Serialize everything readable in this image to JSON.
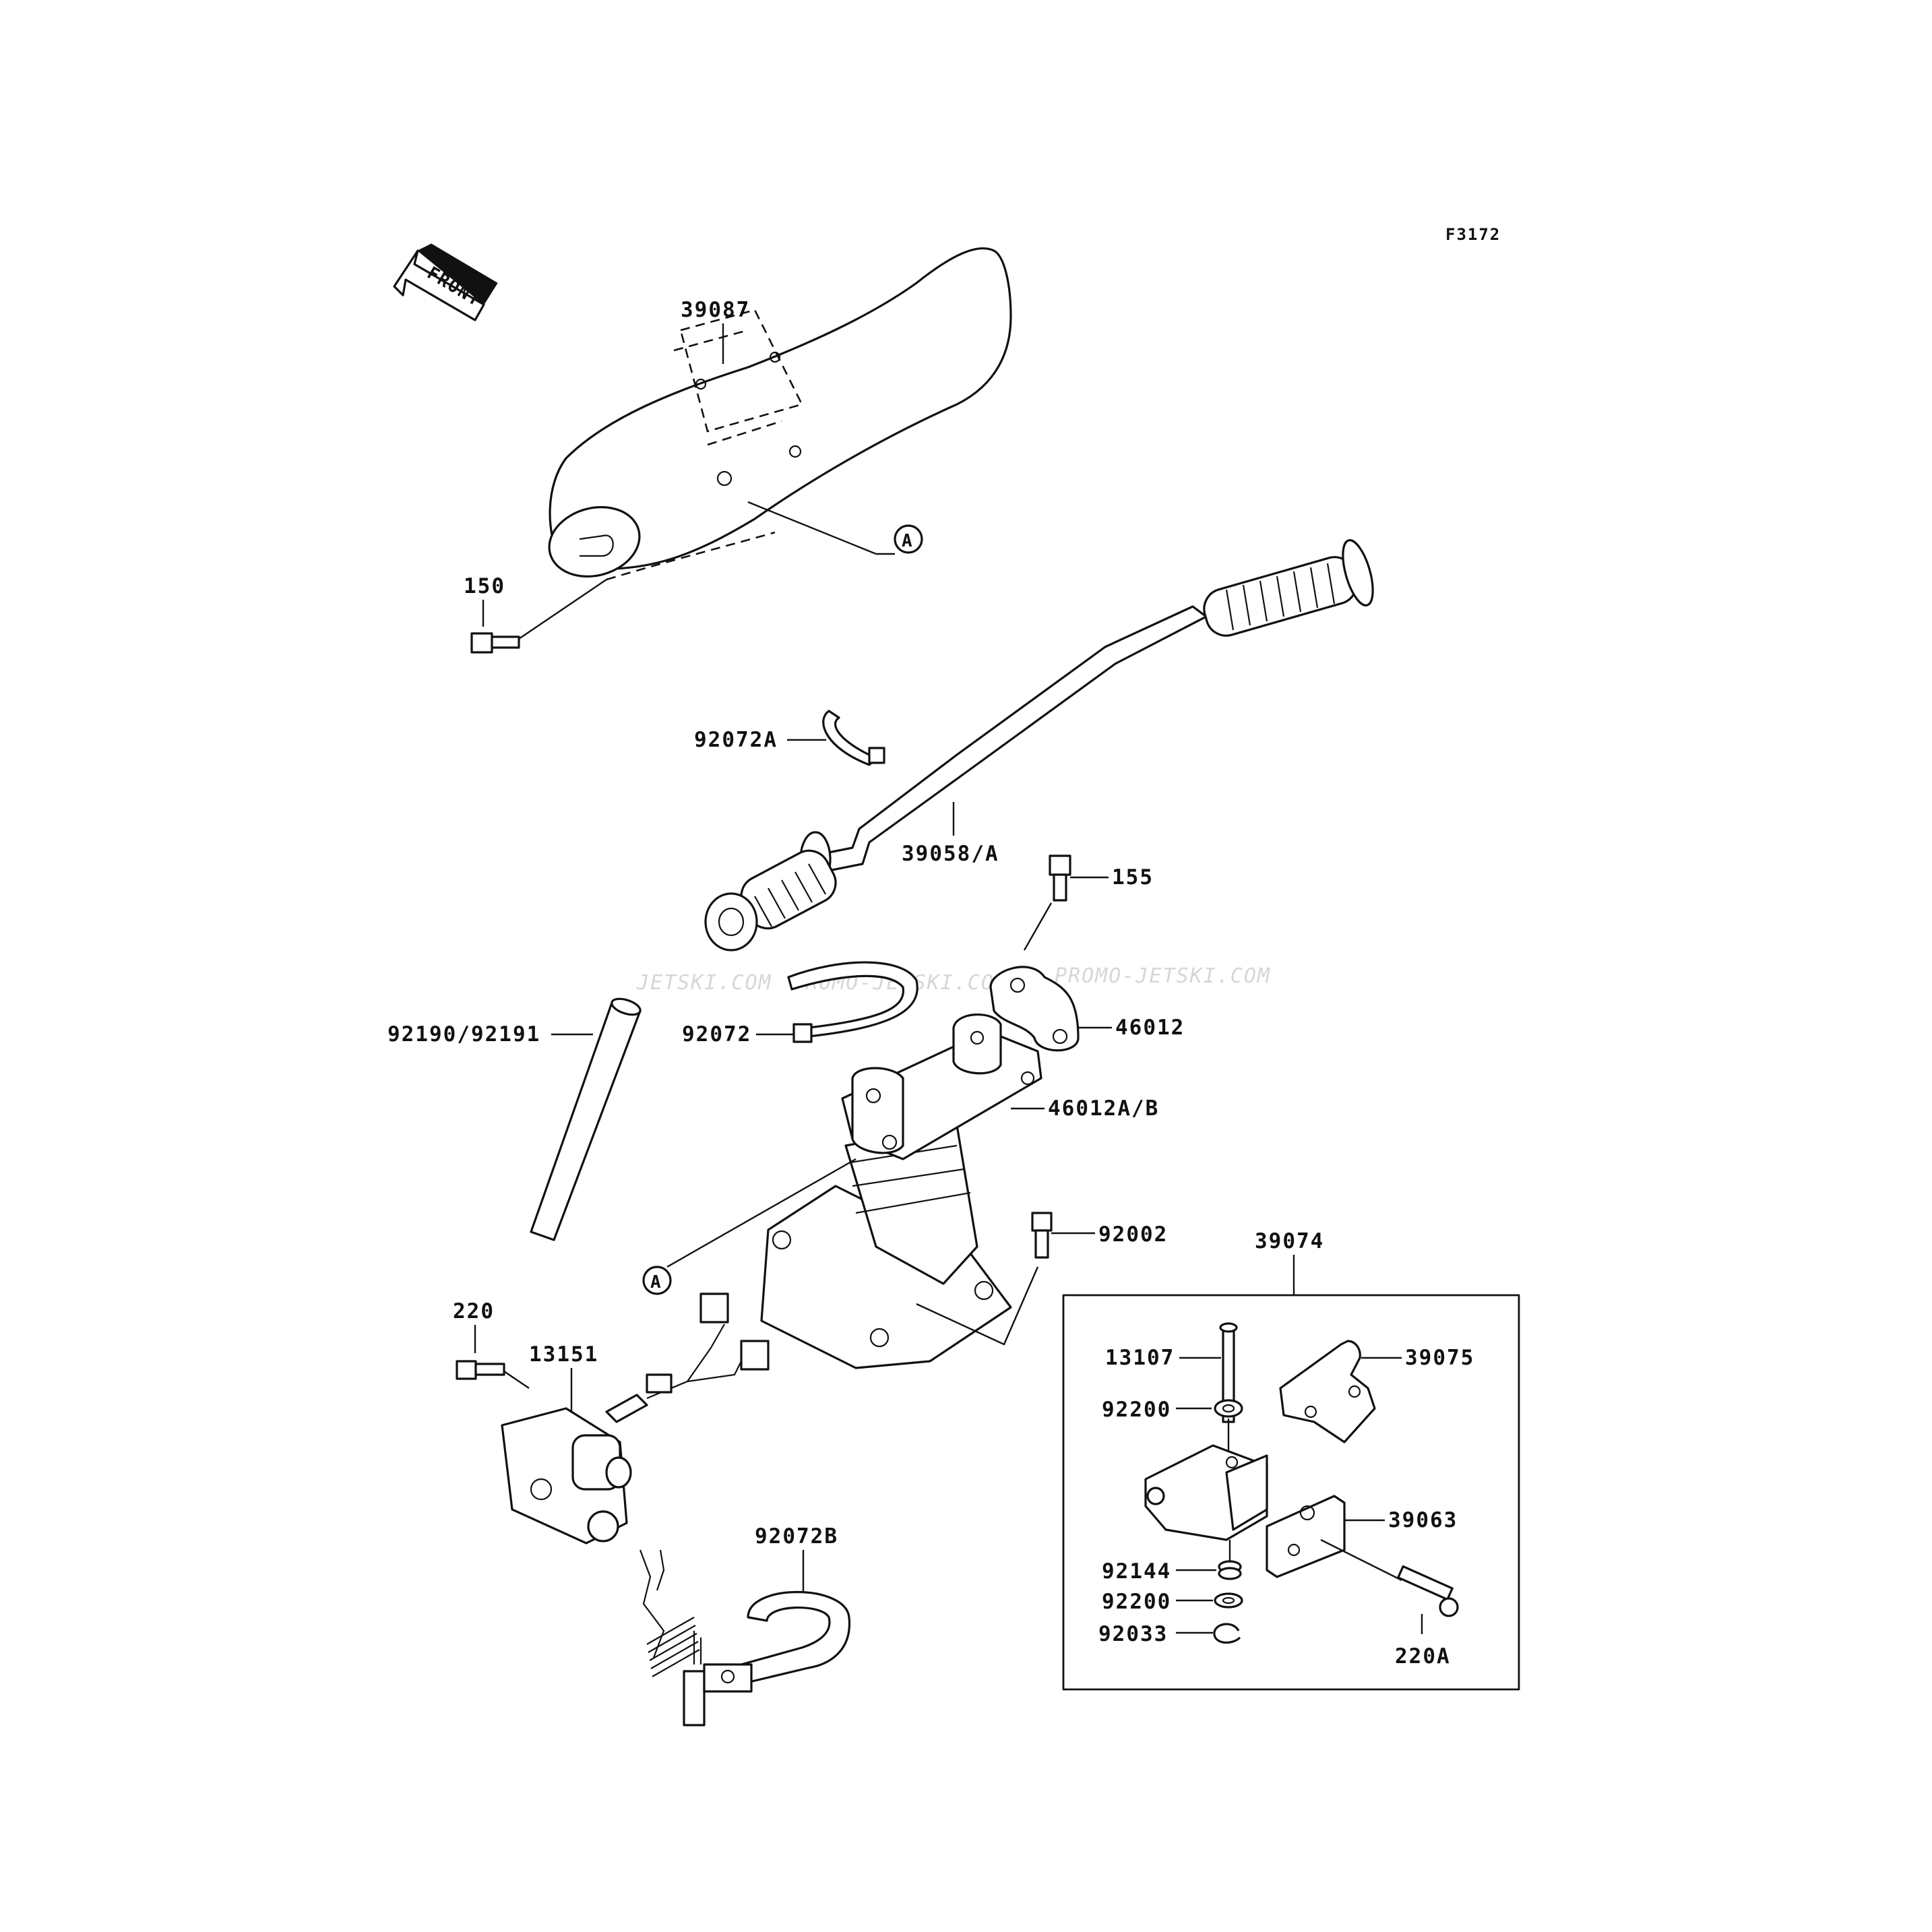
{
  "figure_code": "F3172",
  "front_label": "FRONT",
  "watermark": [
    "JETSKI.COM",
    "PROMO-JETSKI.COM",
    "PROMO-JETSKI.COM"
  ],
  "callouts": {
    "c39087": "39087",
    "c150": "150",
    "c92072A": "92072A",
    "c39058": "39058/A",
    "c155": "155",
    "c92190": "92190/92191",
    "c92072": "92072",
    "c46012": "46012",
    "c46012AB": "46012A/B",
    "c92002": "92002",
    "c39074": "39074",
    "c220": "220",
    "c13151": "13151",
    "c13107": "13107",
    "c39075": "39075",
    "c92200a": "92200",
    "c39063": "39063",
    "c92144": "92144",
    "c92200b": "92200",
    "c92033": "92033",
    "c220A": "220A",
    "c92072B": "92072B"
  },
  "reference_mark": "A"
}
